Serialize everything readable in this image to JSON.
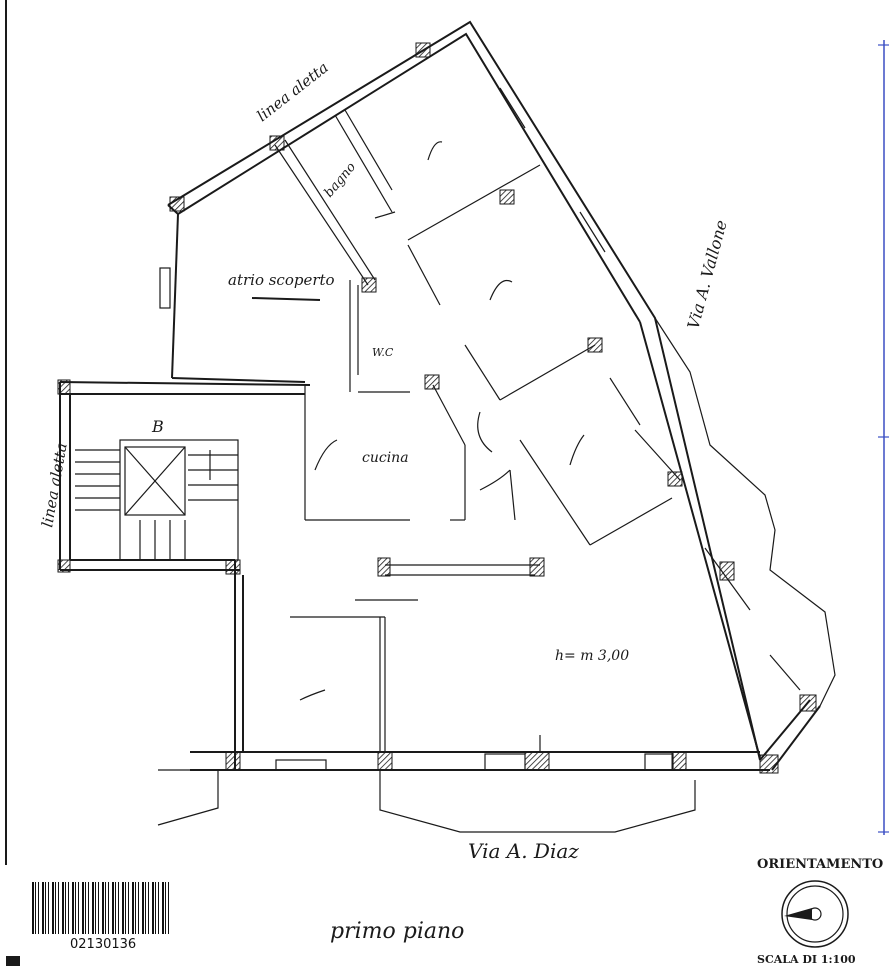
{
  "labels": {
    "linea_top": "linea aletta",
    "linea_left": "linea aletta",
    "bagno": "bagno",
    "atrio": "atrio scoperto",
    "wc": "W.C",
    "cucina": "cucina",
    "stair_block": "B",
    "height": "h= m 3,00",
    "street_right": "Via A. Vallone",
    "street_bottom": "Via A. Diaz",
    "floor": "primo piano",
    "orientamento": "ORIENTAMENTO",
    "scala": "SCALA DI 1:100",
    "barcode": "02130136"
  },
  "colors": {
    "ink": "#1a1a1a",
    "border_blue": "#3b4fc4"
  }
}
